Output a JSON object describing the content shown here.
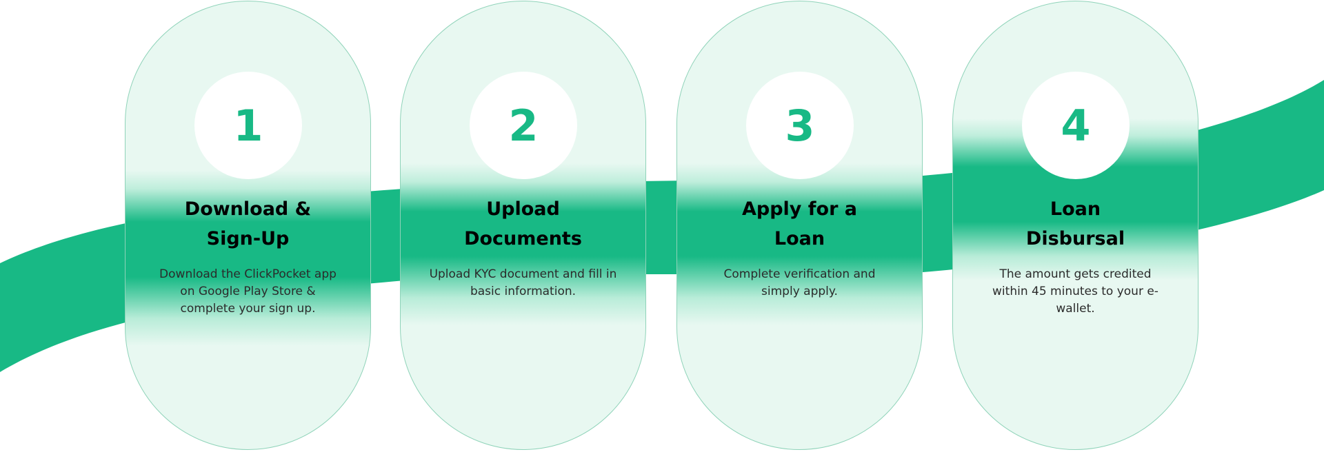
{
  "colors": {
    "accent": "#18b985",
    "card_bg": "#e8f8f1",
    "card_border": "#8fd3b9"
  },
  "steps": [
    {
      "number": "1",
      "title_line1": "Download &",
      "title_line2": "Sign-Up",
      "desc": "Download the ClickPocket app on Google Play Store & complete your sign up."
    },
    {
      "number": "2",
      "title_line1": "Upload",
      "title_line2": "Documents",
      "desc": "Upload KYC document and fill in basic information."
    },
    {
      "number": "3",
      "title_line1": "Apply for a",
      "title_line2": "Loan",
      "desc": "Complete verification and simply apply."
    },
    {
      "number": "4",
      "title_line1": "Loan",
      "title_line2": "Disbursal",
      "desc": "The amount gets credited within 45 minutes to your e-wallet."
    }
  ]
}
